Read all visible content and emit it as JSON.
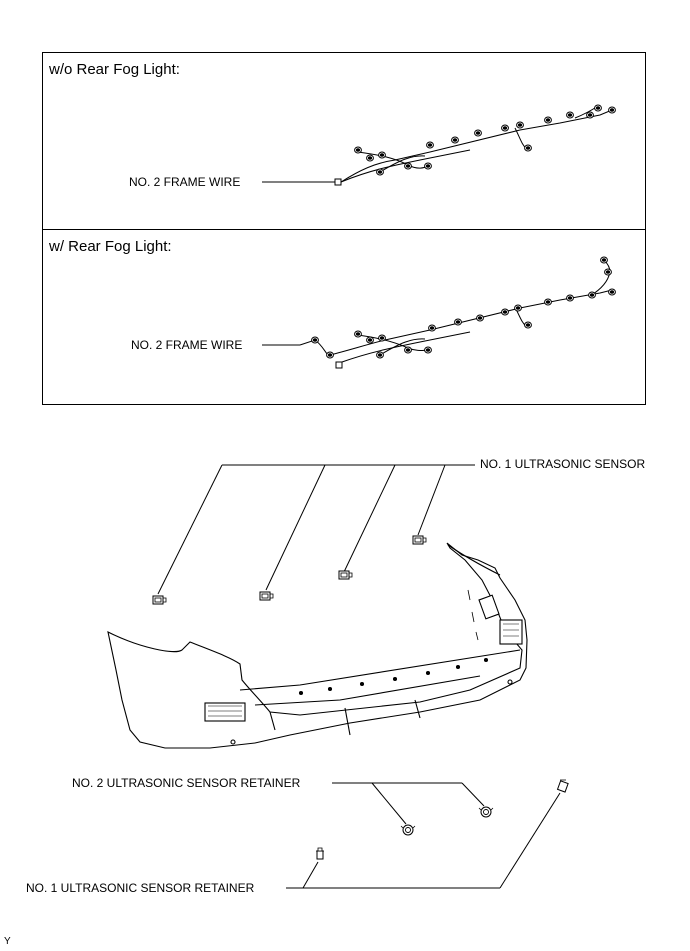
{
  "panels": {
    "without_fog": {
      "title": "w/o Rear Fog Light:",
      "label": "NO. 2 FRAME WIRE"
    },
    "with_fog": {
      "title": "w/ Rear Fog Light:",
      "label": "NO. 2 FRAME WIRE"
    }
  },
  "callouts": {
    "sensor": "NO. 1 ULTRASONIC SENSOR",
    "retainer2": "NO. 2 ULTRASONIC SENSOR RETAINER",
    "retainer1": "NO. 1 ULTRASONIC SENSOR RETAINER"
  },
  "corner_mark": "Y"
}
